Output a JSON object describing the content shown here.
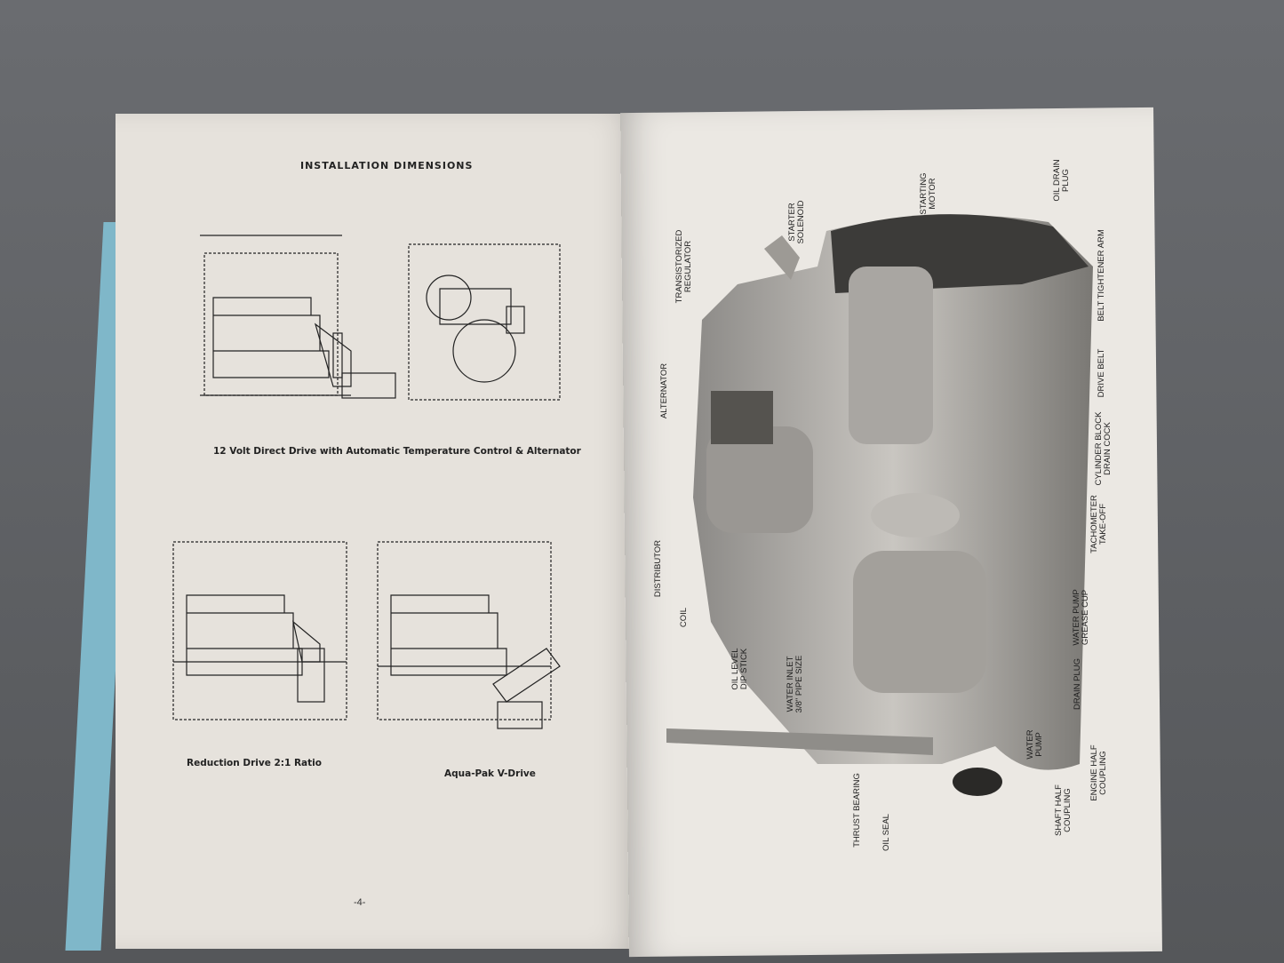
{
  "left_page": {
    "title": "INSTALLATION DIMENSIONS",
    "captions": [
      "12 Volt Direct Drive with Automatic Temperature Control & Alternator",
      "Reduction Drive 2:1 Ratio",
      "Aqua-Pak V-Drive"
    ],
    "page_number": "-4-"
  },
  "right_page": {
    "labels": {
      "transistorized_regulator": [
        "TRANSISTORIZED",
        "REGULATOR"
      ],
      "starter_solenoid": [
        "STARTER",
        "SOLENOID"
      ],
      "starting_motor": [
        "STARTING",
        "MOTOR"
      ],
      "oil_drain_plug": [
        "OIL DRAIN",
        "PLUG"
      ],
      "alternator": "ALTERNATOR",
      "belt_tightener_arm": "BELT TIGHTENER ARM",
      "drive_belt": "DRIVE BELT",
      "cylinder_block_drain_cock": [
        "CYLINDER BLOCK",
        "DRAIN COCK"
      ],
      "tachometer_take_off": [
        "TACHOMETER",
        "TAKE-OFF"
      ],
      "distributor": "DISTRIBUTOR",
      "coil": "COIL",
      "oil_level_dip_stick": [
        "OIL LEVEL",
        "DIP STICK"
      ],
      "water_inlet": [
        "WATER INLET",
        "3/8\" PIPE SIZE"
      ],
      "water_pump_grease_cup": [
        "WATER PUMP",
        "GREASE CUP"
      ],
      "drain_plug": "DRAIN PLUG",
      "water_pump": [
        "WATER",
        "PUMP"
      ],
      "engine_half_coupling": [
        "ENGINE HALF",
        "COUPLING"
      ],
      "shaft_half_coupling": [
        "SHAFT HALF",
        "COUPLING"
      ],
      "thrust_bearing": "THRUST BEARING",
      "oil_seal": "OIL SEAL"
    }
  }
}
